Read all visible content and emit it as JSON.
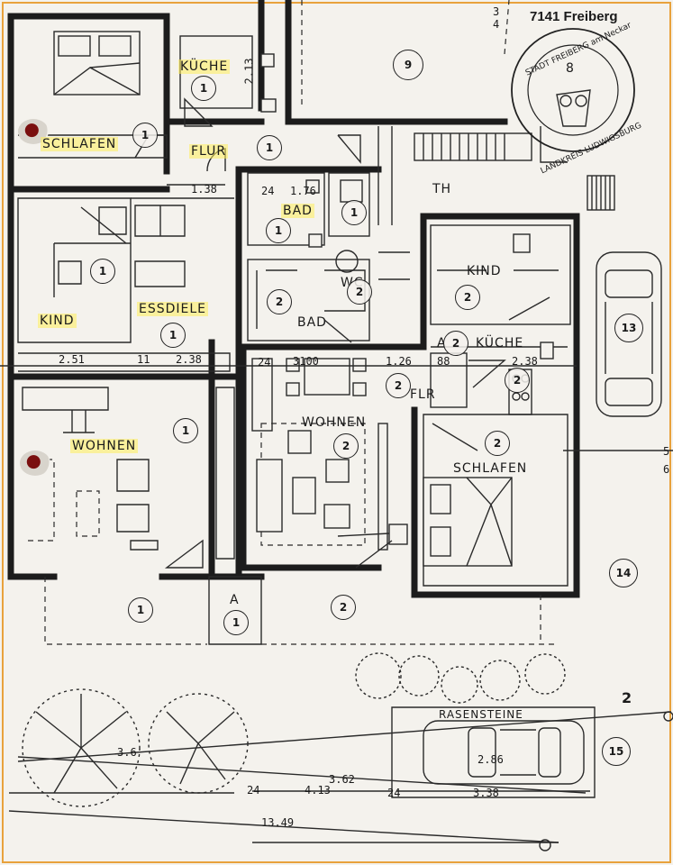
{
  "header": {
    "town": "7141 Freiberg"
  },
  "stamp": {
    "top_text": "STADT FREIBERG am Neckar",
    "bottom_text": "LANDKREIS LUDWIGSBURG",
    "number": "8"
  },
  "rooms": {
    "kueche_left": "KÜCHE",
    "schlafen_left": "SCHLAFEN",
    "flur": "FLUR",
    "kind_left": "KIND",
    "essdiele": "ESSDIELE",
    "wohnen_left": "WOHNEN",
    "bad_top": "BAD",
    "bad_middle": "BAD",
    "wc": "WC",
    "th": "TH",
    "kind_right": "KIND",
    "kueche_right": "KÜCHE",
    "a_small": "A",
    "a_bottom": "A",
    "wohnen_center": "WOHNEN",
    "schlafen_right": "SCHLAFEN",
    "flr": "FLR",
    "rasensteine": "RASENSTEINE"
  },
  "dimensions": {
    "d_138": "1.38",
    "d_176": "1.76",
    "d_251": "2.51",
    "d_11_5": "11",
    "d_238": "2.38",
    "d_3100": "3100",
    "d_126": "1.26",
    "d_88": "88",
    "d_238b": "2.38",
    "d_362": "3.62",
    "d_413": "4.13",
    "d_286": "2.86",
    "d_338": "3.38",
    "d_1349": "13.49",
    "d_36": "3.6",
    "d_213": "2.13",
    "d_24a": "24",
    "d_24b": "24",
    "d_24c": "24",
    "d_24d": "24",
    "d_5": "5",
    "d_6": "6",
    "d_2": "2",
    "d_3": "3",
    "d_4": "4"
  },
  "unit_badges": {
    "b1_kueche": "1",
    "b1_schlafen": "1",
    "b1_flur": "1",
    "b1_kind": "1",
    "b1_essdiele": "1",
    "b1_wohnen": "1",
    "b1_terrace": "1",
    "b1_a": "1",
    "b1_bad": "1",
    "b1_wc1": "1",
    "b2_bad": "2",
    "b2_wc": "2",
    "b2_kind": "2",
    "b2_a": "2",
    "b2_kueche": "2",
    "b2_flr": "2",
    "b2_wohnen": "2",
    "b2_schlafen": "2",
    "b2_terrace": "2",
    "b9": "9",
    "b13": "13",
    "b14": "14",
    "b15": "15"
  },
  "colors": {
    "highlight": "#ffee5a",
    "ink": "#1c1c1c",
    "paper": "#f4f2ed",
    "punch_hole": "#7a0f0f"
  }
}
